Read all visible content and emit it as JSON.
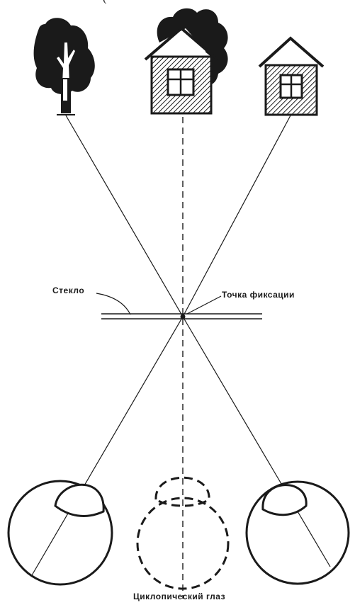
{
  "top_caption": "(",
  "labels": {
    "glass": "Стекло",
    "fixation_point": "Точка фиксации",
    "cyclopean_eye": "Циклопический глаз"
  },
  "colors": {
    "ink": "#1a1a1a",
    "background": "#ffffff"
  }
}
